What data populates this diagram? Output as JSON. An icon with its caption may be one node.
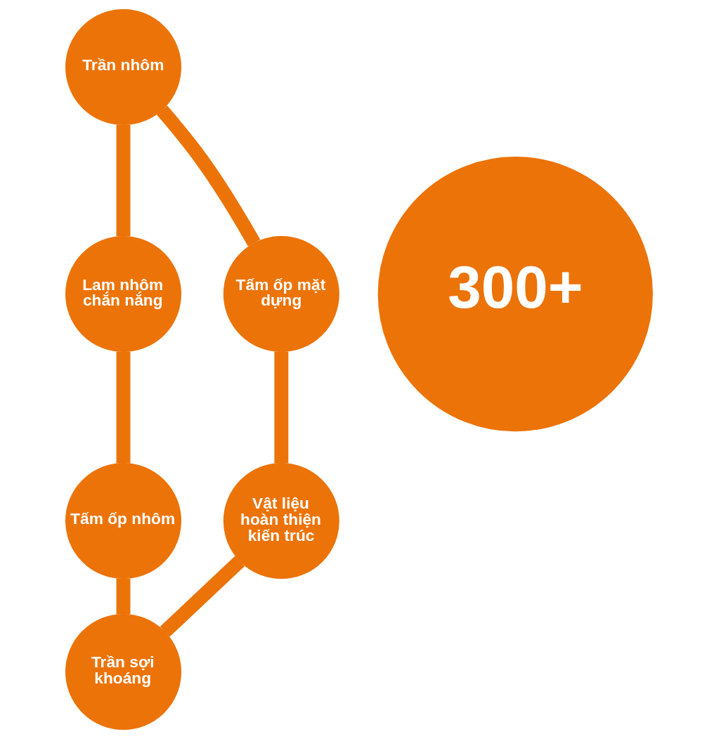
{
  "diagram": {
    "nodes": [
      {
        "text": [
          "Trần nhôm"
        ]
      },
      {
        "text": [
          "Tấm ốp mặt dựng"
        ]
      },
      {
        "text": [
          "Lam nhôm chắn nắng"
        ]
      },
      {
        "text": [
          "300+"
        ]
      },
      {
        "text": [
          "Vật liệu hoàn thiện kiến trúc"
        ]
      },
      {
        "text": [
          "Tấm ốp nhôm"
        ]
      },
      {
        "text": [
          "Trần sợi khoáng"
        ]
      }
    ],
    "edges": [
      {
        "from": 0,
        "to": 2,
        "arrow": "none"
      },
      {
        "from": 2,
        "to": 5,
        "arrow": "none"
      },
      {
        "from": 5,
        "to": 6,
        "arrow": "none"
      },
      {
        "from": 6,
        "to": 4,
        "arrow": "none"
      },
      {
        "from": 4,
        "to": 1,
        "arrow": "none"
      },
      {
        "from": 1,
        "to": 0,
        "arrow": "none"
      }
    ]
  }
}
